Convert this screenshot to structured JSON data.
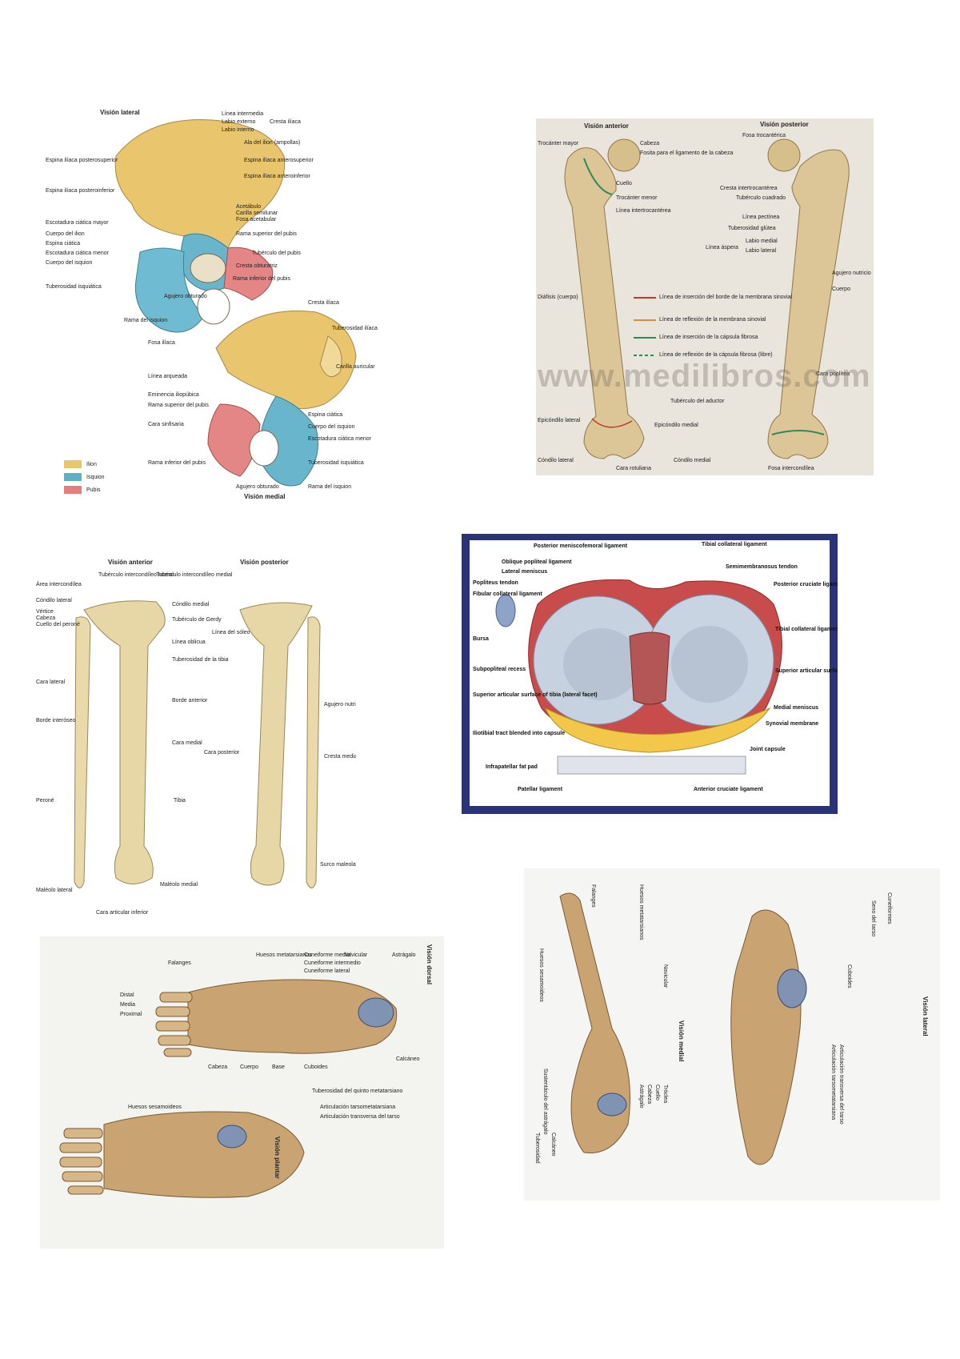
{
  "hip": {
    "view_lateral": "Visión lateral",
    "view_medial": "Visión medial",
    "labels_top": [
      "Línea intermedia",
      "Labio externo",
      "Labio interno",
      "Cresta ilíaca",
      "Ala del ilion (ampollas)",
      "Espina ilíaca anterosuperior",
      "Espina ilíaca anteroinferior",
      "Acetábulo",
      "Carilla semilunar",
      "Fosa acetabular",
      "Rama superior del pubis",
      "Tubérculo del pubis",
      "Cresta obturatriz",
      "Rama inferior del pubis",
      "Espina ilíaca posterosuperior",
      "Espina ilíaca posteroinferior",
      "Escotadura ciática mayor",
      "Cuerpo del ilion",
      "Espina ciática",
      "Escotadura ciática menor",
      "Cuerpo del isquion",
      "Tuberosidad isquiática",
      "Rama del isquion",
      "Agujero obturado"
    ],
    "labels_bottom": [
      "Cresta ilíaca",
      "Tuberosidad ilíaca",
      "Carilla auricular",
      "Fosa ilíaca",
      "Línea arqueada",
      "Eminencia iliopúbica",
      "Rama superior del pubis",
      "Cara sinfisaria",
      "Rama inferior del pubis",
      "Espina ciática",
      "Cuerpo del isquion",
      "Escotadura ciática menor",
      "Tuberosidad isquiática",
      "Rama del isquion",
      "Agujero obturado"
    ],
    "legend": [
      {
        "label": "Ilion",
        "color": "#e8c66b"
      },
      {
        "label": "Isquion",
        "color": "#5fb0c7"
      },
      {
        "label": "Pubis",
        "color": "#e47d7d"
      }
    ]
  },
  "femur": {
    "view_anterior": "Visión anterior",
    "view_posterior": "Visión posterior",
    "labels": [
      "Trocánter mayor",
      "Cabeza",
      "Fosita para el ligamento de la cabeza",
      "Cuello",
      "Trocánter menor",
      "Línea intertrocantérea",
      "Fosa trocantérica",
      "Cresta intertrocantérea",
      "Tubérculo cuadrado",
      "Línea pectínea",
      "Tuberosidad glútea",
      "Línea áspera",
      "Labio medial",
      "Labio lateral",
      "Agujero nutricio",
      "Cuerpo",
      "Diáfisis (cuerpo)",
      "Cara poplítea",
      "Tubérculo del aductor",
      "Epicóndilo lateral",
      "Epicóndilo medial",
      "Cóndilo lateral",
      "Cóndilo medial",
      "Cara rotuliana",
      "Fosa intercondílea"
    ],
    "legend": [
      {
        "label": "Línea de inserción del borde de la membrana sinovial",
        "color": "#c0392b"
      },
      {
        "label": "Línea de reflexión de la membrana sinovial",
        "color": "#e08a3c"
      },
      {
        "label": "Línea de inserción de la cápsula fibrosa",
        "color": "#2e8b57"
      },
      {
        "label": "Línea de reflexión de la cápsula fibrosa (libre)",
        "color": "#2e8b57"
      }
    ],
    "watermark": "www.medilibros.com"
  },
  "knee": {
    "labels": [
      "Posterior meniscofemoral ligament",
      "Tibial collateral ligament",
      "Oblique popliteal ligament",
      "Lateral meniscus",
      "Popliteus tendon",
      "Fibular collateral ligament",
      "Bursa",
      "Subpopliteal recess",
      "Superior articular surface of tibia (lateral facet)",
      "Iliotibial tract blended into capsule",
      "Infrapatellar fat pad",
      "Patellar ligament",
      "Semimembranosus tendon",
      "Posterior cruciate ligament",
      "Tibial collateral ligament (deep part bound to medial meniscus)",
      "Superior articular surface of tibia (medial facet)",
      "Medial meniscus",
      "Synovial membrane",
      "Joint capsule",
      "Anterior cruciate ligament"
    ]
  },
  "tibia": {
    "view_anterior": "Visión anterior",
    "view_posterior": "Visión posterior",
    "labels": [
      "Área intercondílea",
      "Tubérculo intercondíleo lateral",
      "Tubérculo intercondíleo medial",
      "Cóndilo lateral",
      "Cóndilo medial",
      "Vértice",
      "Cabeza",
      "Cuello del peroné",
      "Tubérculo de Gerdy",
      "Línea oblicua",
      "Tuberosidad de la tibia",
      "Cara lateral",
      "Borde anterior",
      "Borde interóseo",
      "Cara medial",
      "Cara posterior",
      "Peroné",
      "Tibia",
      "Maléolo lateral",
      "Maléolo medial",
      "Cara articular inferior",
      "Línea del sóleo",
      "Agujero nutricio",
      "Cresta medial",
      "Surco maleolar"
    ]
  },
  "foot_dorsal": {
    "view_dorsal": "Visión dorsal",
    "view_plantar": "Visión plantar",
    "labels": [
      "Falanges",
      "Distal",
      "Media",
      "Proximal",
      "Huesos metatarsianos",
      "Cabeza",
      "Cuerpo",
      "Base",
      "Cuneiforme medial",
      "Cuneiforme intermedio",
      "Cuneiforme lateral",
      "Navicular",
      "Cuboides",
      "Astrágalo",
      "Calcáneo",
      "Tuberosidad del quinto metatarsiano",
      "Huesos sesamoideos",
      "Articulación tarsometatarsiana",
      "Articulación transversa del tarso"
    ]
  },
  "foot_lateral": {
    "view_medial": "Visión medial",
    "view_lateral": "Visión lateral",
    "labels": [
      "Falanges",
      "Huesos metatarsianos",
      "Huesos sesamoideos",
      "Navicular",
      "Astrágalo",
      "Cabeza",
      "Cuello",
      "Tróclea",
      "Calcáneo",
      "Sustentáculo del astrágalo",
      "Tuberosidad",
      "Cuboides",
      "Cuneiformes",
      "Articulación tarsometatarsiana",
      "Articulación transversa del tarso",
      "Seno del tarso"
    ]
  }
}
